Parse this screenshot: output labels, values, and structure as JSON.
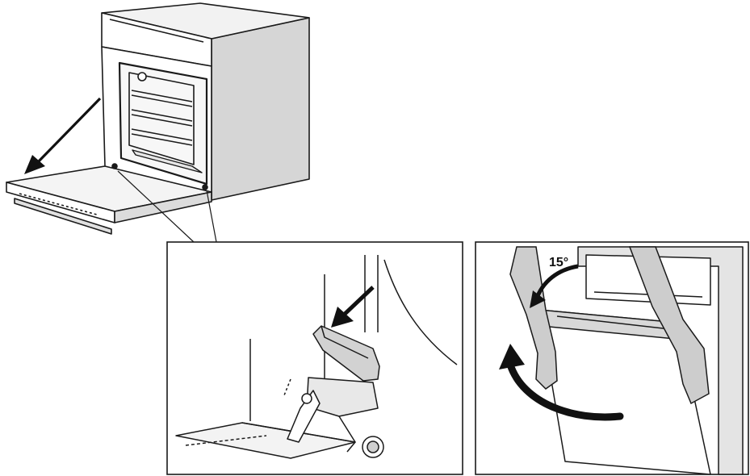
{
  "panels": {
    "overview": {
      "name": "oven-overview-illustration"
    },
    "hinge_detail": {
      "name": "hinge-detail-panel"
    },
    "door_removal": {
      "name": "door-removal-panel",
      "angle_label": "15°"
    }
  },
  "colors": {
    "line": "#1a1a1a",
    "shade": "#cfcfcf",
    "light": "#ececec",
    "arrow": "#111111"
  }
}
